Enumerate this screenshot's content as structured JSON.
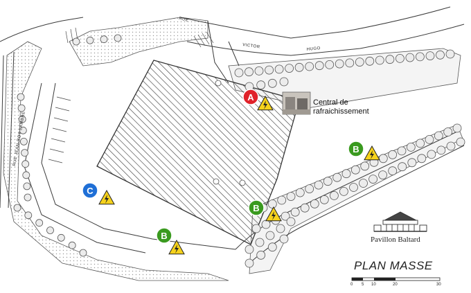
{
  "streets": {
    "rue": "RUE",
    "victor": "VICTOR",
    "hugo": "HUGO",
    "lambre": "RUE JEAN-ROY LAMBRE"
  },
  "markers": [
    {
      "letter": "A",
      "color": "#e0222a"
    },
    {
      "letter": "B",
      "color": "#3a9a1f"
    },
    {
      "letter": "B",
      "color": "#3a9a1f"
    },
    {
      "letter": "B",
      "color": "#3a9a1f"
    },
    {
      "letter": "C",
      "color": "#1f6fd6"
    }
  ],
  "facility_label": {
    "line1": "Central de",
    "line2": "rafraichissement"
  },
  "logo": {
    "name": "Pavillon Baltard"
  },
  "title": "PLAN MASSE",
  "scale": {
    "ticks": [
      "0",
      "5",
      "10",
      "20",
      "30"
    ]
  },
  "colors": {
    "warning_fill": "#f6d21c",
    "warning_stroke": "#222222",
    "tree_fill": "#ececec",
    "line": "#3a3a3a"
  }
}
